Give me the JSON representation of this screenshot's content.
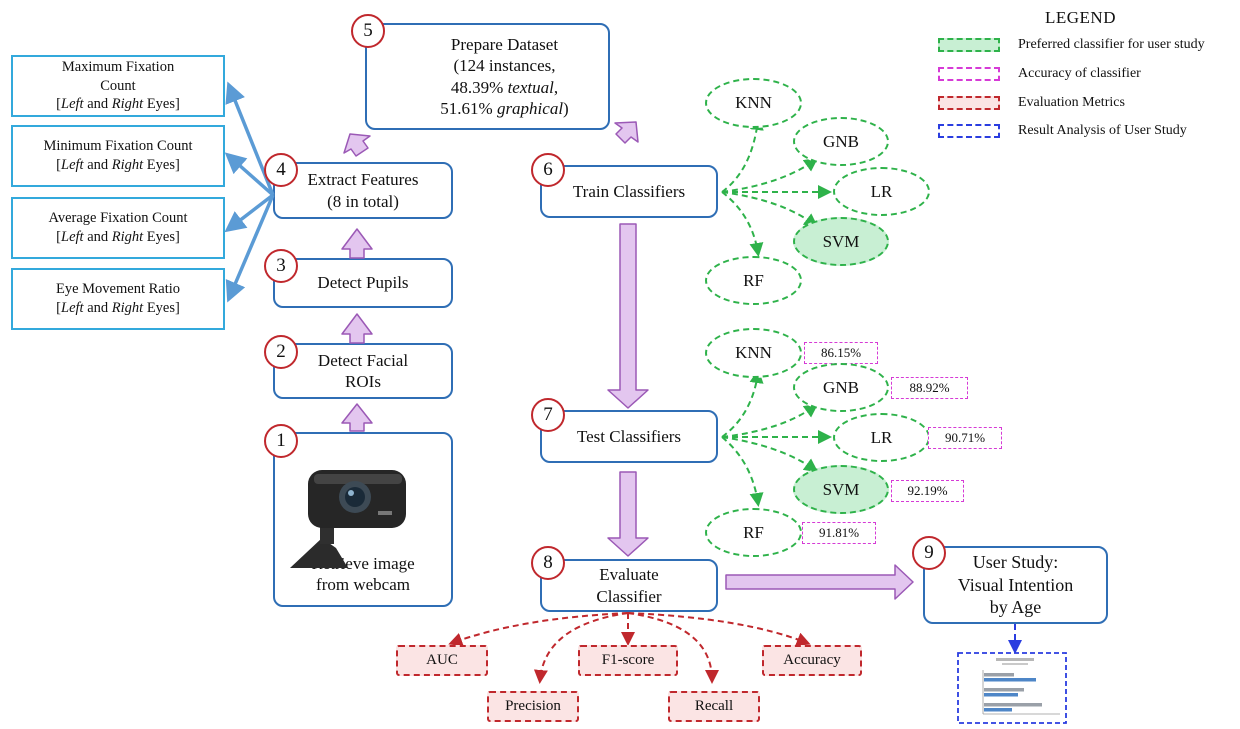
{
  "legend": {
    "title": "LEGEND",
    "items": [
      {
        "label": "Preferred classifier for user study",
        "border": "#2eb24a",
        "fill": "#c8efd3"
      },
      {
        "label": "Accuracy of classifier",
        "border": "#d63ad6",
        "fill": "#ffffff"
      },
      {
        "label": "Evaluation Metrics",
        "border": "#c0282d",
        "fill": "#fbe4e4"
      },
      {
        "label": "Result Analysis of User Study",
        "border": "#2a3de0",
        "fill": "#ffffff"
      }
    ]
  },
  "steps": {
    "s1": {
      "num": "1",
      "line1": "Retrieve image",
      "line2": "from webcam"
    },
    "s2": {
      "num": "2",
      "line1": "Detect Facial",
      "line2": "ROIs"
    },
    "s3": {
      "num": "3",
      "label": "Detect Pupils"
    },
    "s4": {
      "num": "4",
      "line1": "Extract Features",
      "line2": "(8 in total)"
    },
    "s5": {
      "num": "5",
      "line1": "Prepare Dataset",
      "line2": "(124 instances,",
      "line3_pct": "48.39%",
      "line3_word": "textual",
      "line3_end": ",",
      "line4_pct": "51.61%",
      "line4_word": "graphical",
      "line4_end": ")"
    },
    "s6": {
      "num": "6",
      "label": "Train Classifiers"
    },
    "s7": {
      "num": "7",
      "label": "Test Classifiers"
    },
    "s8": {
      "num": "8",
      "line1": "Evaluate",
      "line2": "Classifier"
    },
    "s9": {
      "num": "9",
      "line1": "User Study:",
      "line2": "Visual Intention",
      "line3": "by Age"
    }
  },
  "features": [
    {
      "line1": "Maximum Fixation",
      "line2": "Count"
    },
    {
      "line1": "Minimum Fixation Count"
    },
    {
      "line1": "Average Fixation Count"
    },
    {
      "line1": "Eye Movement Ratio"
    }
  ],
  "eyes": {
    "open": "[",
    "left": "Left",
    "and": " and ",
    "right": "Right",
    "close": " Eyes]"
  },
  "train_classifiers": [
    "KNN",
    "GNB",
    "LR",
    "SVM",
    "RF"
  ],
  "test_classifiers": [
    {
      "name": "KNN",
      "accuracy": "86.15%"
    },
    {
      "name": "GNB",
      "accuracy": "88.92%"
    },
    {
      "name": "LR",
      "accuracy": "90.71%"
    },
    {
      "name": "SVM",
      "accuracy": "92.19%"
    },
    {
      "name": "RF",
      "accuracy": "91.81%"
    }
  ],
  "metrics": [
    "AUC",
    "Precision",
    "F1-score",
    "Recall",
    "Accuracy"
  ],
  "colors": {
    "step_border": "#2f6eb5",
    "feature_border": "#33a9dc",
    "flow_arrow": "#e3c6ef",
    "flow_arrow_border": "#9b59b6",
    "feature_arrow": "#5b9bd5",
    "classifier_arrow": "#2eb24a",
    "metric_arrow": "#c0282d",
    "result_arrow": "#2a3de0",
    "step_number": "#c0282d"
  }
}
